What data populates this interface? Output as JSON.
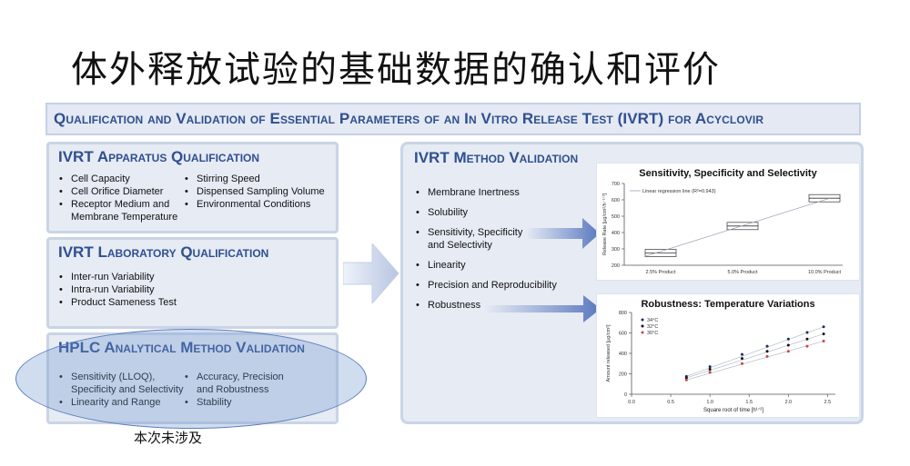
{
  "title": "体外释放试验的基础数据的确认和评价",
  "banner": "Qualification and Validation of Essential Parameters of an In Vitro Release Test (IVRT) for Acyclovir",
  "apparatus": {
    "title": "IVRT Apparatus Qualification",
    "col1": [
      "Cell Capacity",
      "Cell Orifice Diameter",
      "Receptor Medium and",
      "Membrane Temperature"
    ],
    "col2": [
      "Stirring Speed",
      "Dispensed Sampling Volume",
      "Environmental Conditions"
    ]
  },
  "laboratory": {
    "title": "IVRT Laboratory Qualification",
    "items": [
      "Inter-run Variability",
      "Intra-run Variability",
      "Product Sameness Test"
    ]
  },
  "hplc": {
    "title": "HPLC Analytical Method Validation",
    "col1": [
      "Sensitivity (LLOQ),",
      "Specificity and Selectivity",
      "Linearity and Range"
    ],
    "col2": [
      "Accuracy, Precision",
      "and Robustness",
      "Stability"
    ]
  },
  "method": {
    "title": "IVRT Method Validation",
    "items": [
      "Membrane Inertness",
      "Solubility",
      "Sensitivity, Specificity",
      "and Selectivity",
      "Linearity",
      "Precision and Reproducibility",
      "Robustness"
    ]
  },
  "note": "本次未涉及",
  "colors": {
    "accent": "#2f4f8f",
    "panel_bg": "#e6ebf4",
    "arrow": "#5b78c0"
  },
  "chart_data": [
    {
      "type": "scatter",
      "title": "Sensitivity, Specificity and Selectivity",
      "ylabel": "Release Rate [µg/cm²/h⁻¹ᐟ²]",
      "categories": [
        "2.5% Product",
        "5.0% Product",
        "10.0% Product"
      ],
      "yticks": [
        "200",
        "300",
        "400",
        "500",
        "600",
        "700"
      ],
      "ylim": [
        200,
        700
      ],
      "box_values": [
        275,
        440,
        610
      ],
      "legend": "Linear regression line (R²=0.943)"
    },
    {
      "type": "scatter",
      "title": "Robustness: Temperature Variations",
      "xlabel": "Square root of time [h¹ᐟ²]",
      "ylabel": "Amount released [µg/cm²]",
      "x": [
        0.7,
        1.0,
        1.41,
        1.73,
        2.0,
        2.24,
        2.45
      ],
      "xticks": [
        "0.0",
        "0.5",
        "1.0",
        "1.5",
        "2.0",
        "2.5"
      ],
      "yticks": [
        "0",
        "200",
        "400",
        "600",
        "800"
      ],
      "xlim": [
        0,
        2.6
      ],
      "ylim": [
        0,
        800
      ],
      "series": [
        {
          "name": "34°C",
          "color": "#1a2b66",
          "values": [
            175,
            270,
            390,
            470,
            540,
            605,
            660
          ]
        },
        {
          "name": "32°C",
          "color": "#111111",
          "values": [
            160,
            245,
            350,
            420,
            480,
            540,
            590
          ]
        },
        {
          "name": "30°C",
          "color": "#d04040",
          "values": [
            140,
            215,
            300,
            370,
            420,
            470,
            520
          ]
        }
      ]
    }
  ]
}
